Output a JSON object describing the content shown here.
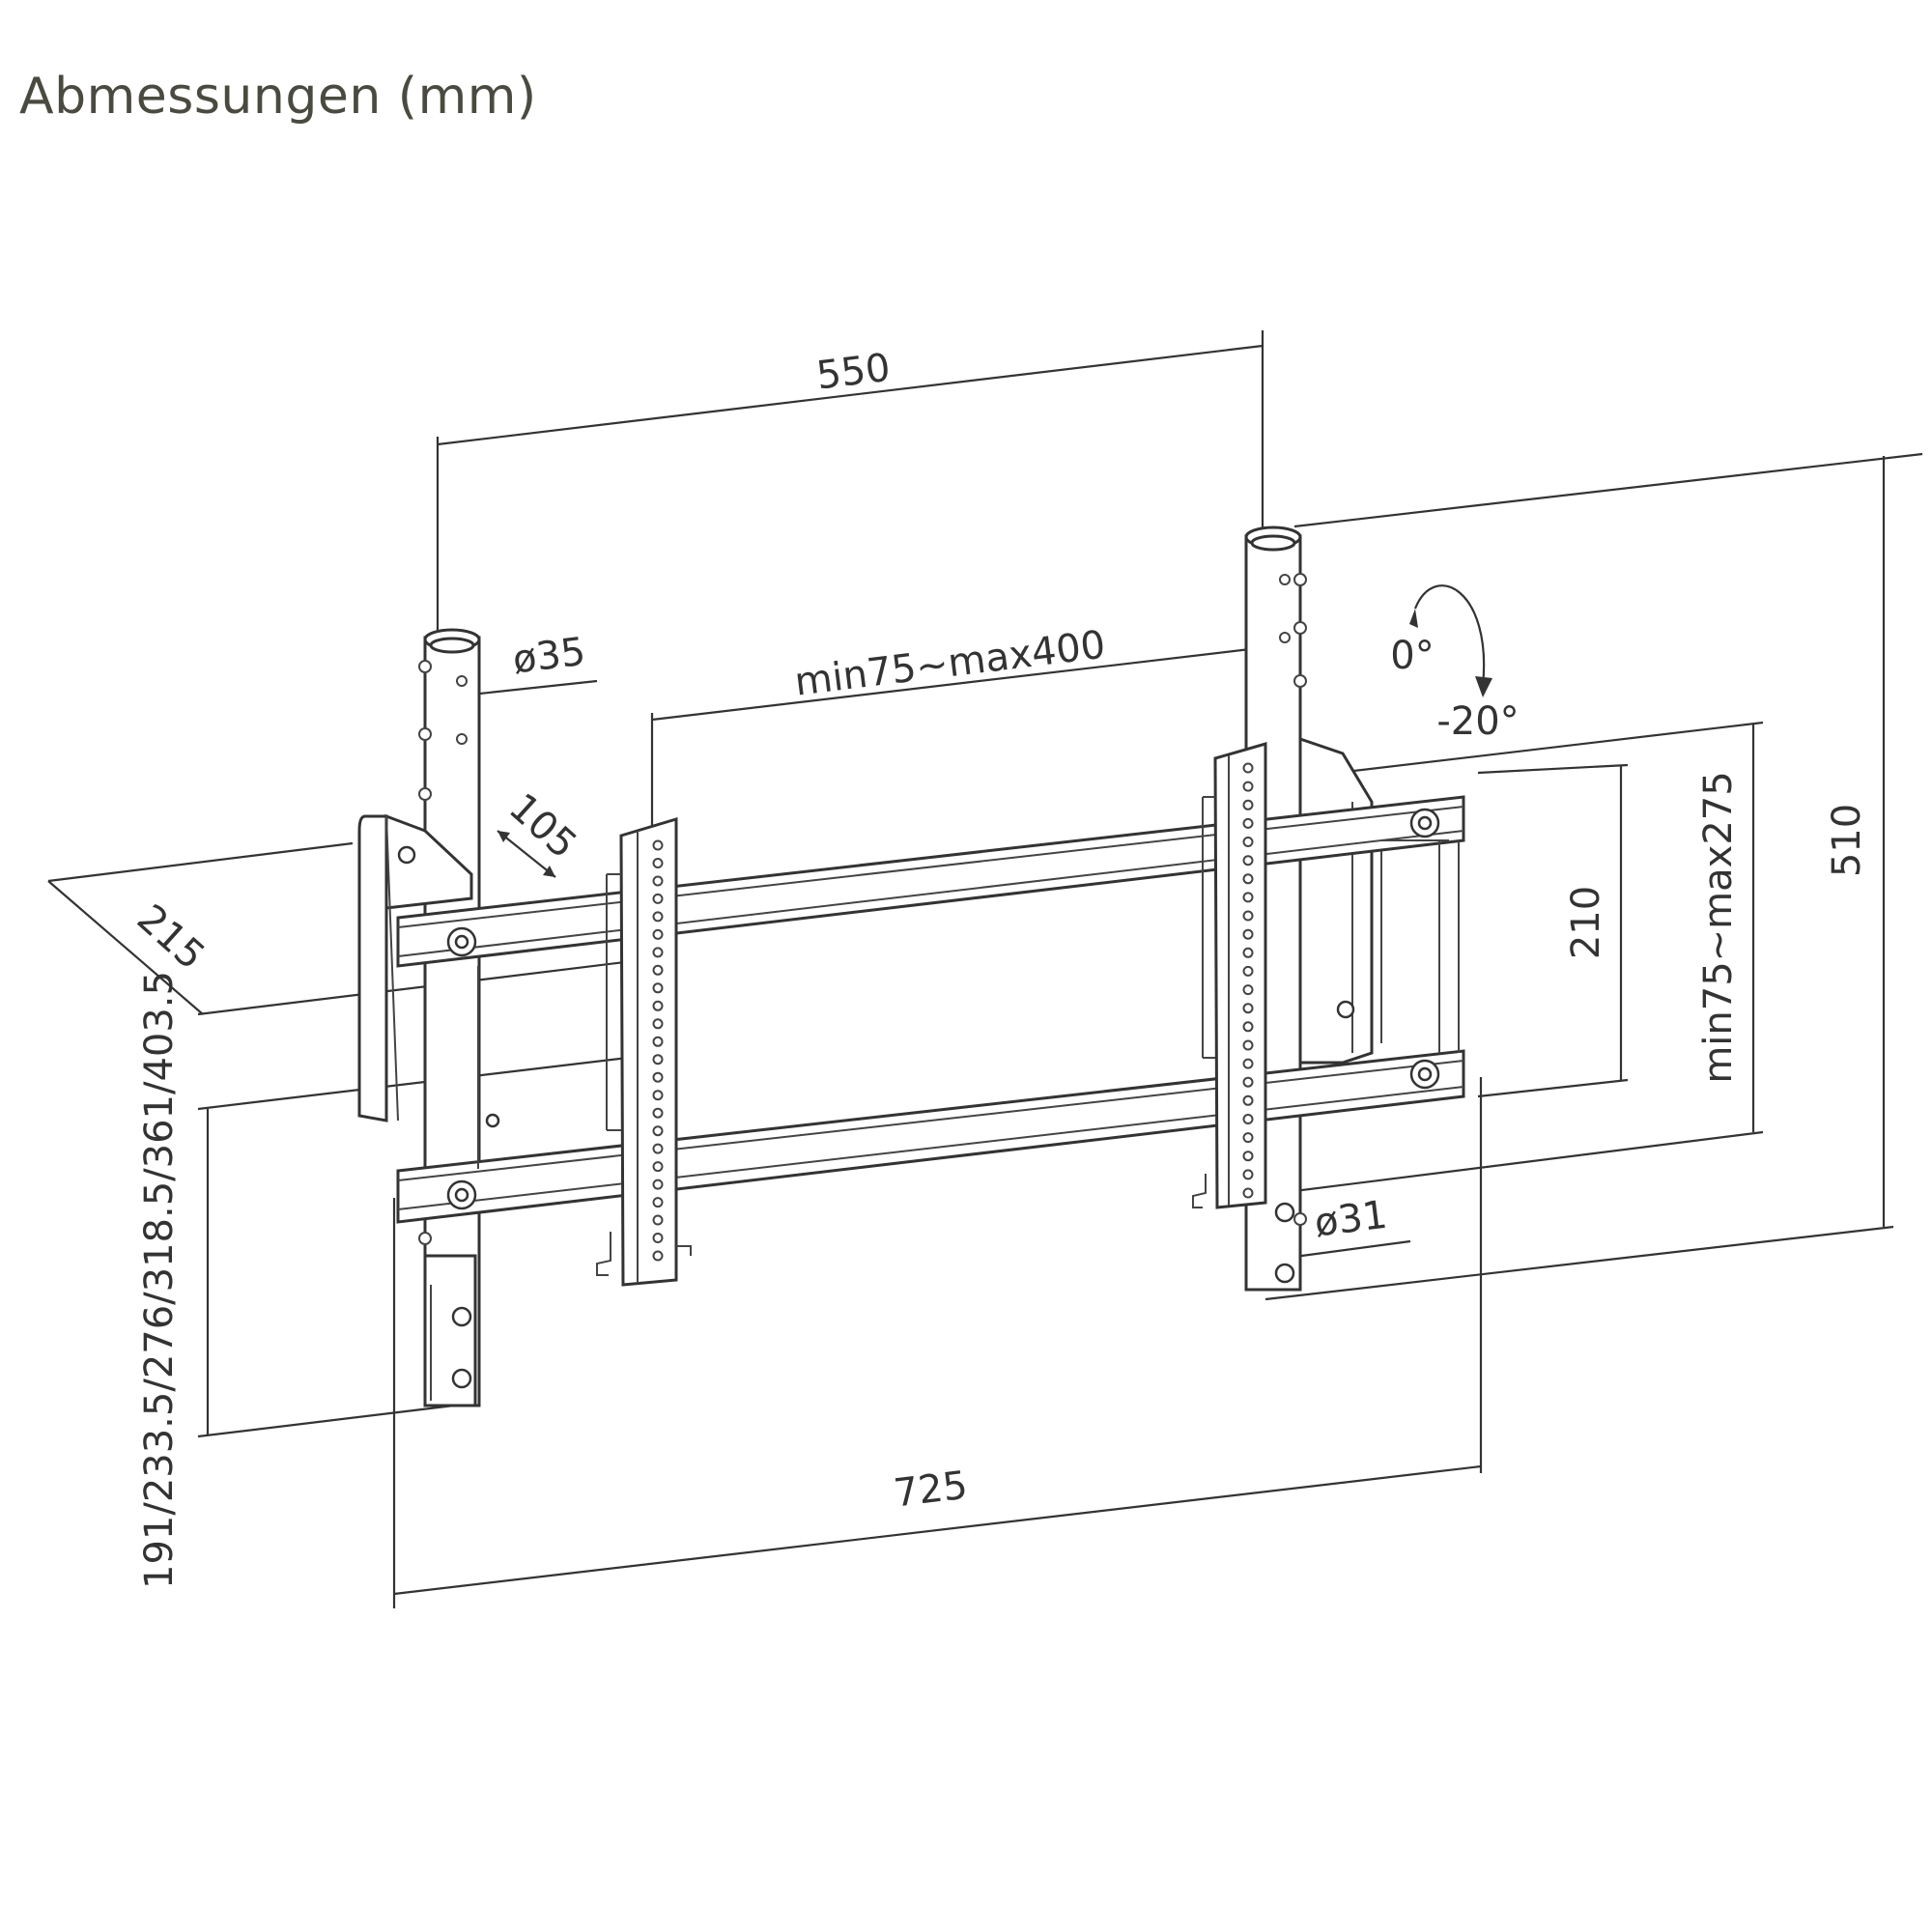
{
  "title": "Abmessungen (mm)",
  "dimensions": {
    "pole_spacing": "550",
    "pole_diameter_top": "ø35",
    "adapter_range": "min75~max400",
    "tilt_start": "0°",
    "tilt_end": "-20°",
    "wall_offset": "105",
    "depth": "215",
    "total_height": "510",
    "vertical_range": "min75~max275",
    "rail_spacing": "210",
    "pole_diameter_bottom": "ø31",
    "drop_lengths": "191/233.5/276/318.5/361/403.5",
    "total_width": "725"
  }
}
